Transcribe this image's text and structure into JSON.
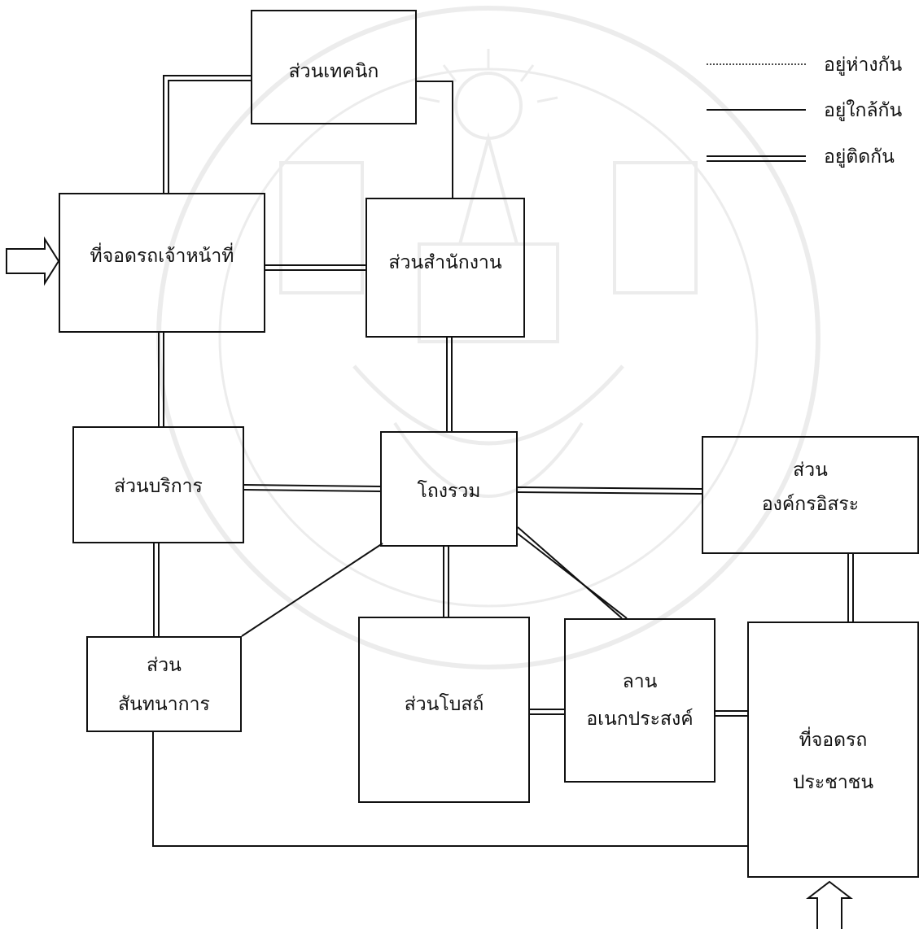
{
  "legend": {
    "far": "อยู่ห่างกัน",
    "near": "อยู่ใกล้กัน",
    "adjacent": "อยู่ติดกัน"
  },
  "boxes": {
    "technical": "ส่วนเทคนิก",
    "staff_parking": "ที่จอดรถเจ้าหน้าที่",
    "office": "ส่วนสำนักงาน",
    "service": "ส่วนบริการ",
    "main_hall": "โถงรวม",
    "independent_line1": "ส่วน",
    "independent_line2": "องค์กรอิสระ",
    "recreation_line1": "ส่วน",
    "recreation_line2": "สันทนาการ",
    "bot": "ส่วนโบสถ์",
    "plaza_line1": "ลาน",
    "plaza_line2": "อเนกประสงค์",
    "public_parking_line1": "ที่จอดรถ",
    "public_parking_line2": "ประชาชน"
  },
  "colors": {
    "line": "#111111",
    "watermark": "#9a9a9a"
  },
  "icons": {
    "entry_left": "arrow-right-icon",
    "entry_bottom": "arrow-up-icon",
    "watermark": "university-seal-watermark"
  }
}
